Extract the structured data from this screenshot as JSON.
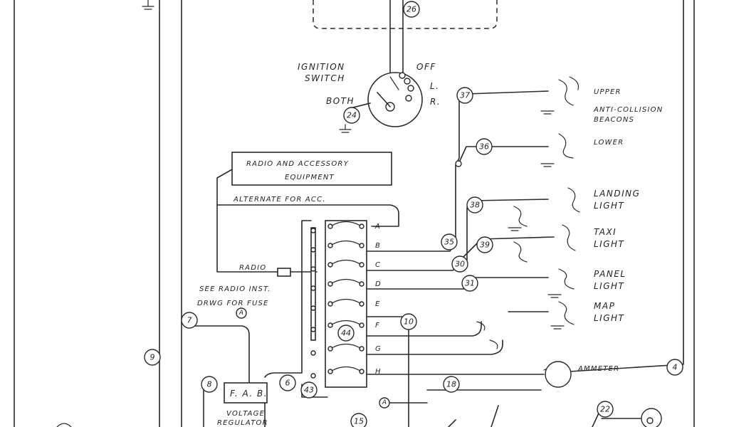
{
  "components": {
    "ignition_title": "IGNITION",
    "ignition_sub": "SWITCH",
    "pos_off": "OFF",
    "pos_l": "L.",
    "pos_r": "R.",
    "pos_both": "BOTH",
    "radio_box_line1": "RADIO AND ACCESSORY",
    "radio_box_line2": "EQUIPMENT",
    "alternate": "ALTERNATE FOR ACC.",
    "radio": "RADIO",
    "see_radio_1": "SEE RADIO INST.",
    "see_radio_2": "DRWG FOR FUSE",
    "fab": "F. A. B.",
    "voltage_1": "VOLTAGE",
    "voltage_2": "REGULATOR"
  },
  "loads": {
    "upper": "UPPER",
    "anti_collision": "ANTI-COLLISION",
    "beacons": "BEACONS",
    "lower": "LOWER",
    "landing_1": "LANDING",
    "landing_2": "LIGHT",
    "taxi_1": "TAXI",
    "taxi_2": "LIGHT",
    "panel_1": "PANEL",
    "panel_2": "LIGHT",
    "map_1": "MAP",
    "map_2": "LIGHT",
    "ammeter": "AMMETER"
  },
  "breaker_letters": [
    "A",
    "B",
    "C",
    "D",
    "E",
    "F",
    "G",
    "H"
  ],
  "wire_numbers": {
    "n26": "26",
    "n24": "24",
    "n37": "37",
    "n36": "36",
    "n38": "38",
    "n35": "35",
    "n39": "39",
    "n30": "30",
    "n31": "31",
    "n10": "10",
    "n7": "7",
    "n9": "9",
    "n8": "8",
    "n6": "6",
    "n43": "43",
    "n18": "18",
    "n4": "4",
    "n22": "22",
    "n15": "15",
    "n44": "44",
    "nA1": "A",
    "nA2": "A"
  }
}
